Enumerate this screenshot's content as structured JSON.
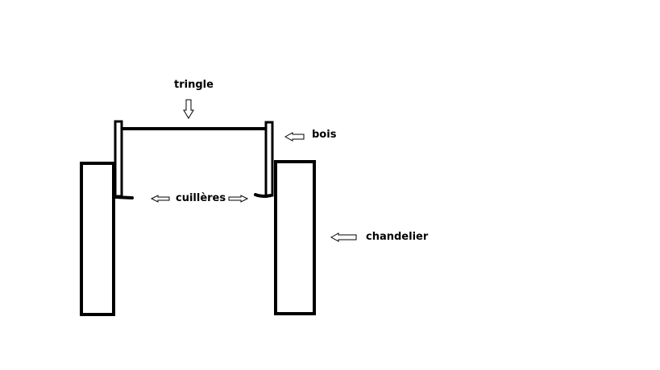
{
  "diagram": {
    "labels": {
      "tringle": "tringle",
      "bois": "bois",
      "cuilleres": "cuillères",
      "chandelier": "chandelier"
    },
    "stroke_color": "#000000",
    "background_color": "#ffffff"
  }
}
